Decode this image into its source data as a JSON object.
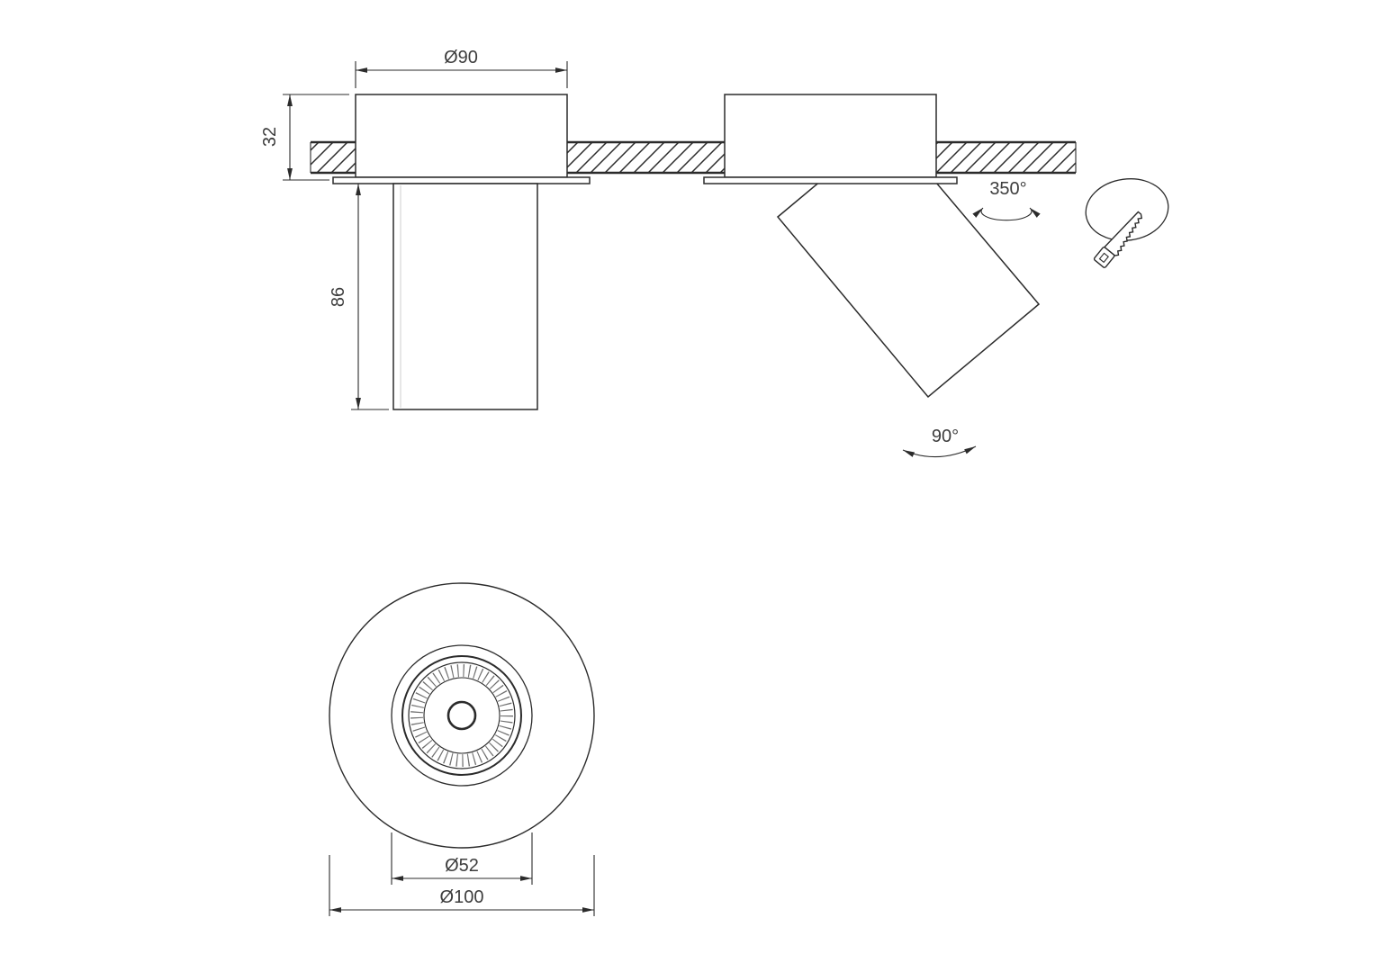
{
  "labels": {
    "dia90": "Ø90",
    "depth32": "32",
    "height86": "86",
    "rotation350": "350°",
    "tilt90": "90°",
    "dia52": "Ø52",
    "dia100": "Ø100"
  }
}
